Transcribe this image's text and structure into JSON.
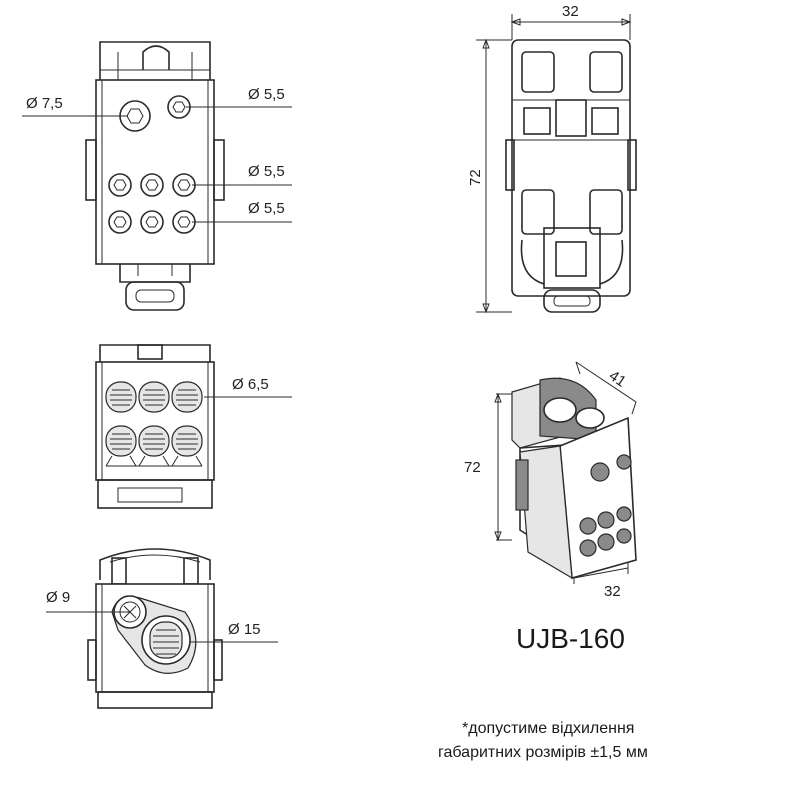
{
  "labels": {
    "top_view": {
      "d1": "Ø 7,5",
      "d2": "Ø 5,5",
      "d3": "Ø 5,5",
      "d4": "Ø 5,5"
    },
    "front_view": {
      "d1": "Ø 6,5"
    },
    "bottom_view": {
      "d1": "Ø 9",
      "d2": "Ø 15"
    },
    "side_view": {
      "width": "32",
      "height": "72"
    },
    "iso_view": {
      "depth": "41",
      "height": "72",
      "width": "32"
    }
  },
  "model": "UJB-160",
  "note": {
    "line1": "*допустиме відхилення",
    "line2": "габаритних розмірів ±1,5 мм"
  }
}
